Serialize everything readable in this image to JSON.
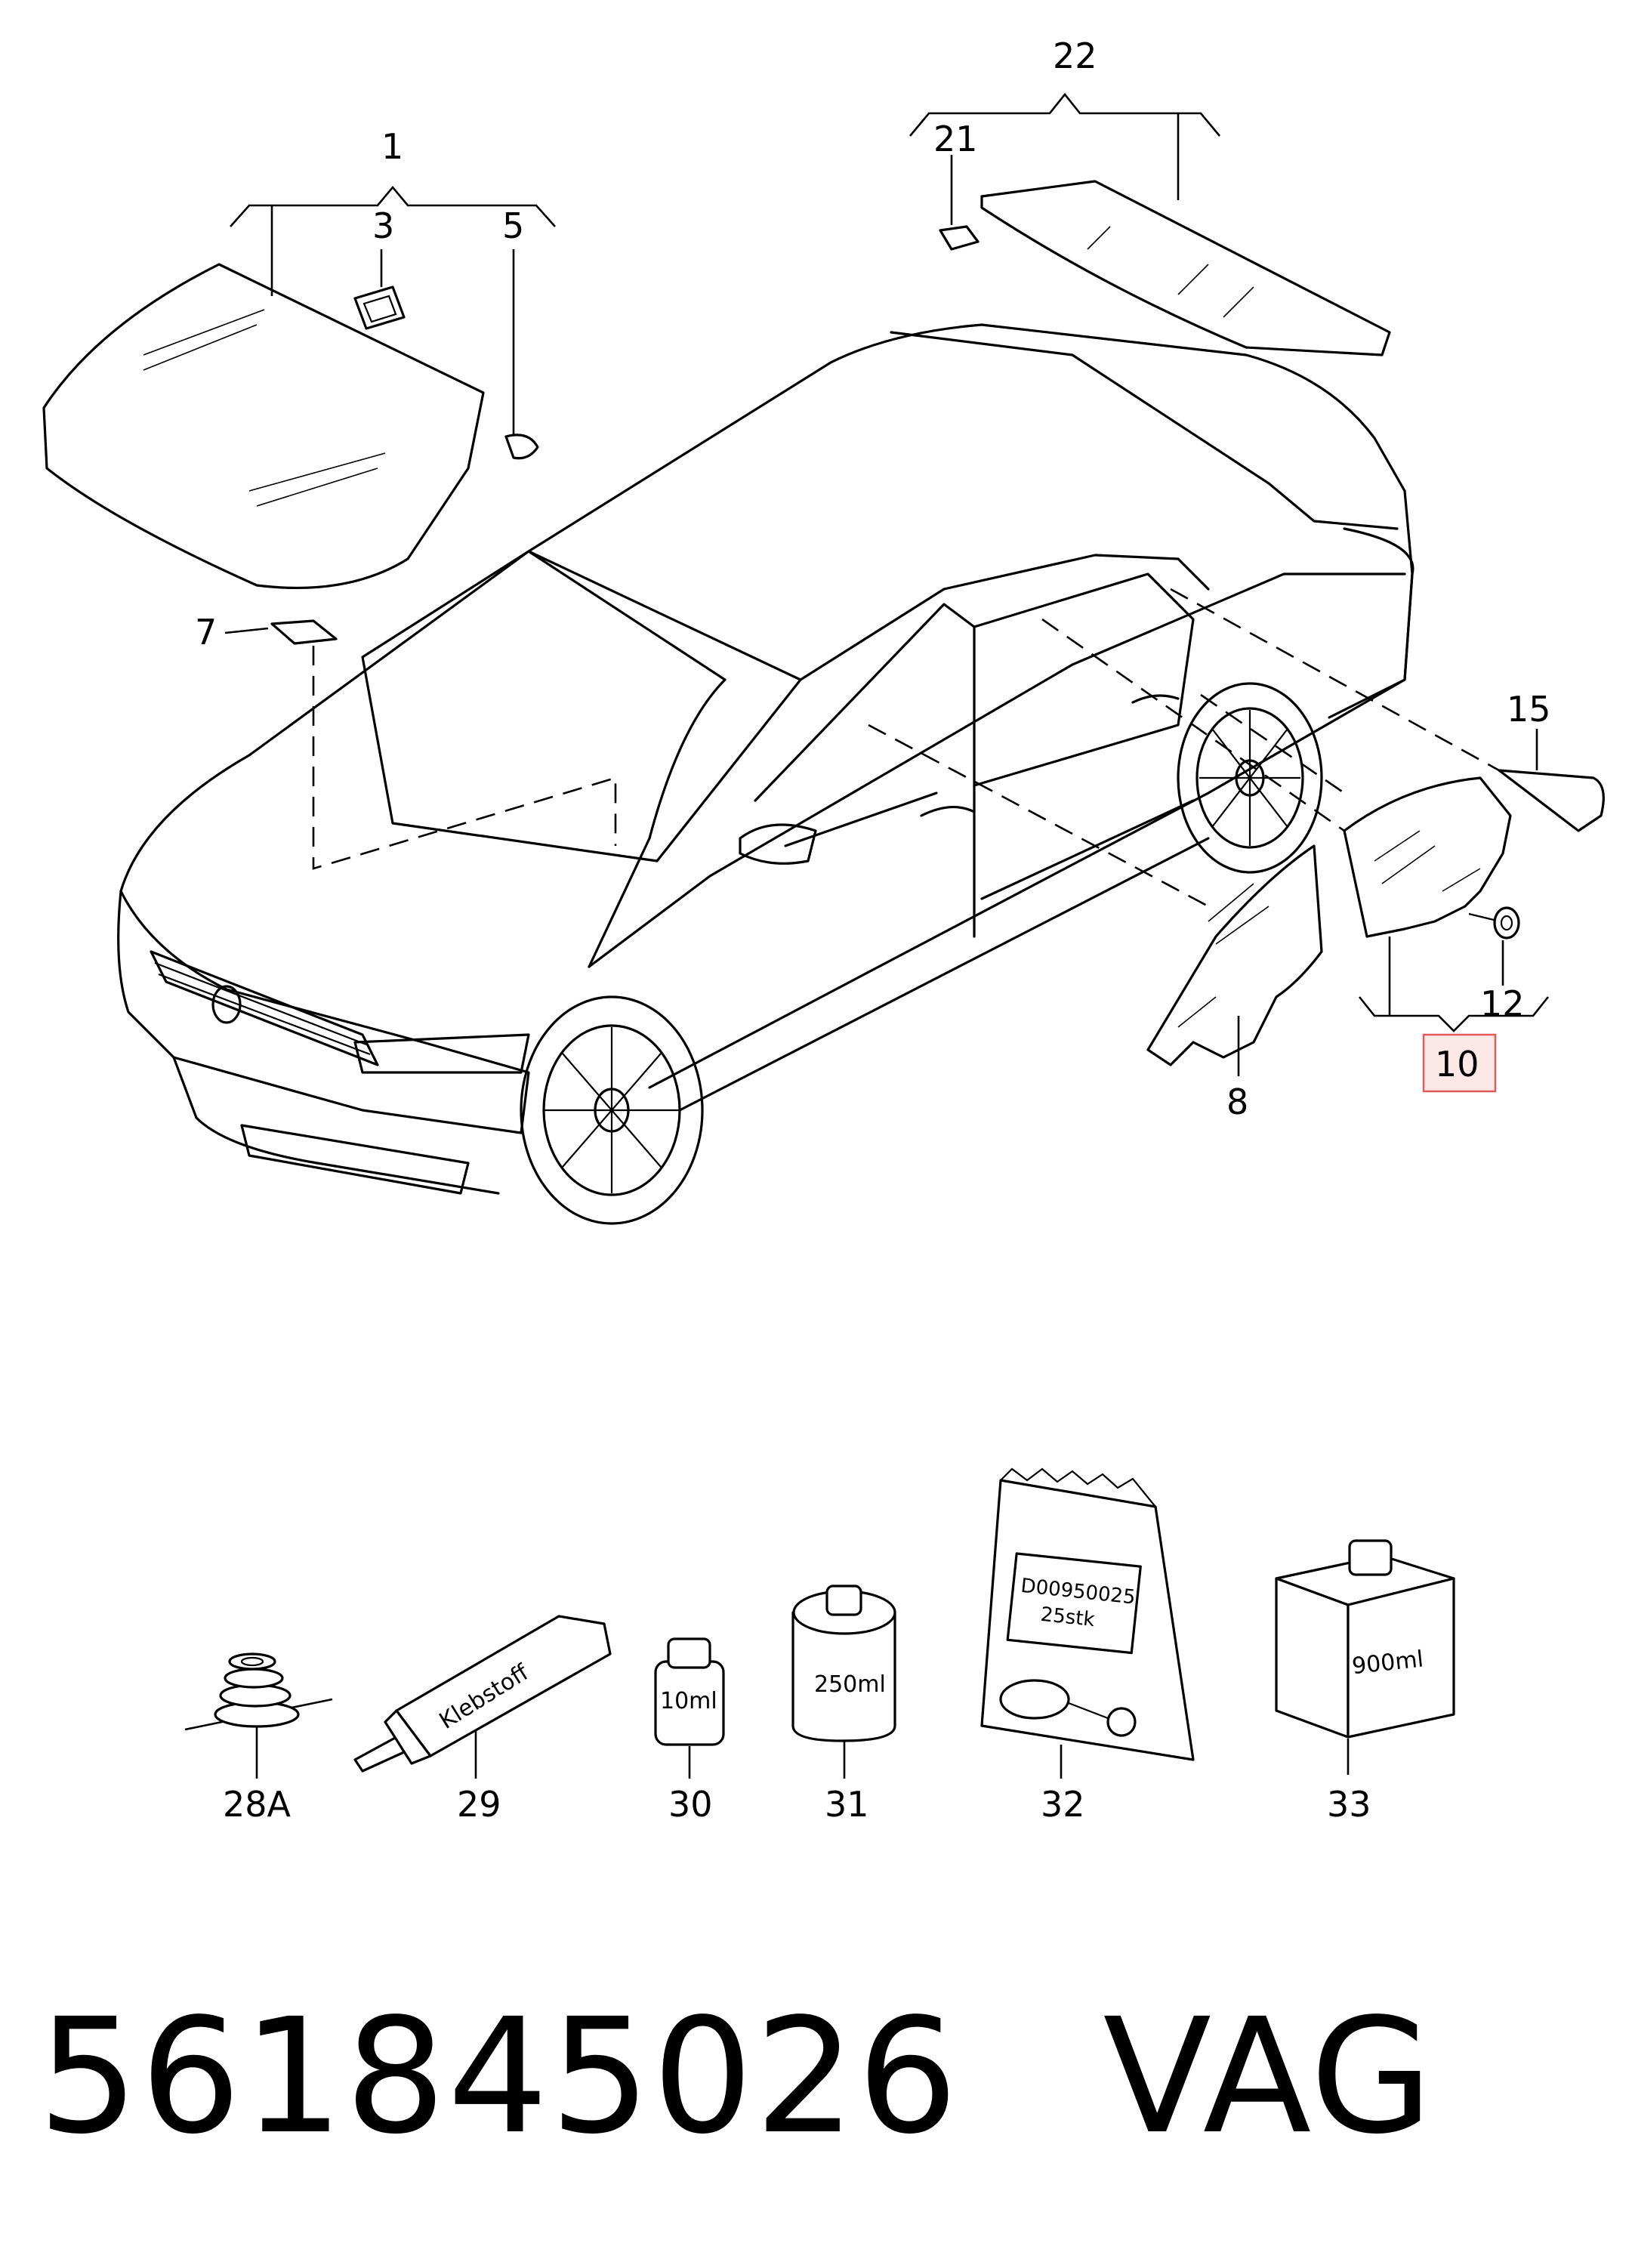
{
  "callouts": {
    "c1": "1",
    "c3": "3",
    "c5": "5",
    "c7": "7",
    "c8": "8",
    "c10": "10",
    "c12": "12",
    "c15": "15",
    "c21": "21",
    "c22": "22",
    "c28a": "28A",
    "c29": "29",
    "c30": "30",
    "c31": "31",
    "c32": "32",
    "c33": "33"
  },
  "highlight_color": "#e05a5a",
  "products": {
    "tube_text": "Klebstoff",
    "vial_text": "10ml",
    "can_text": "250ml",
    "bag_line1": "D00950025",
    "bag_line2": "25stk",
    "bottle_text": "900ml"
  },
  "footer": {
    "part_number": "561845026",
    "brand": "VAG"
  }
}
